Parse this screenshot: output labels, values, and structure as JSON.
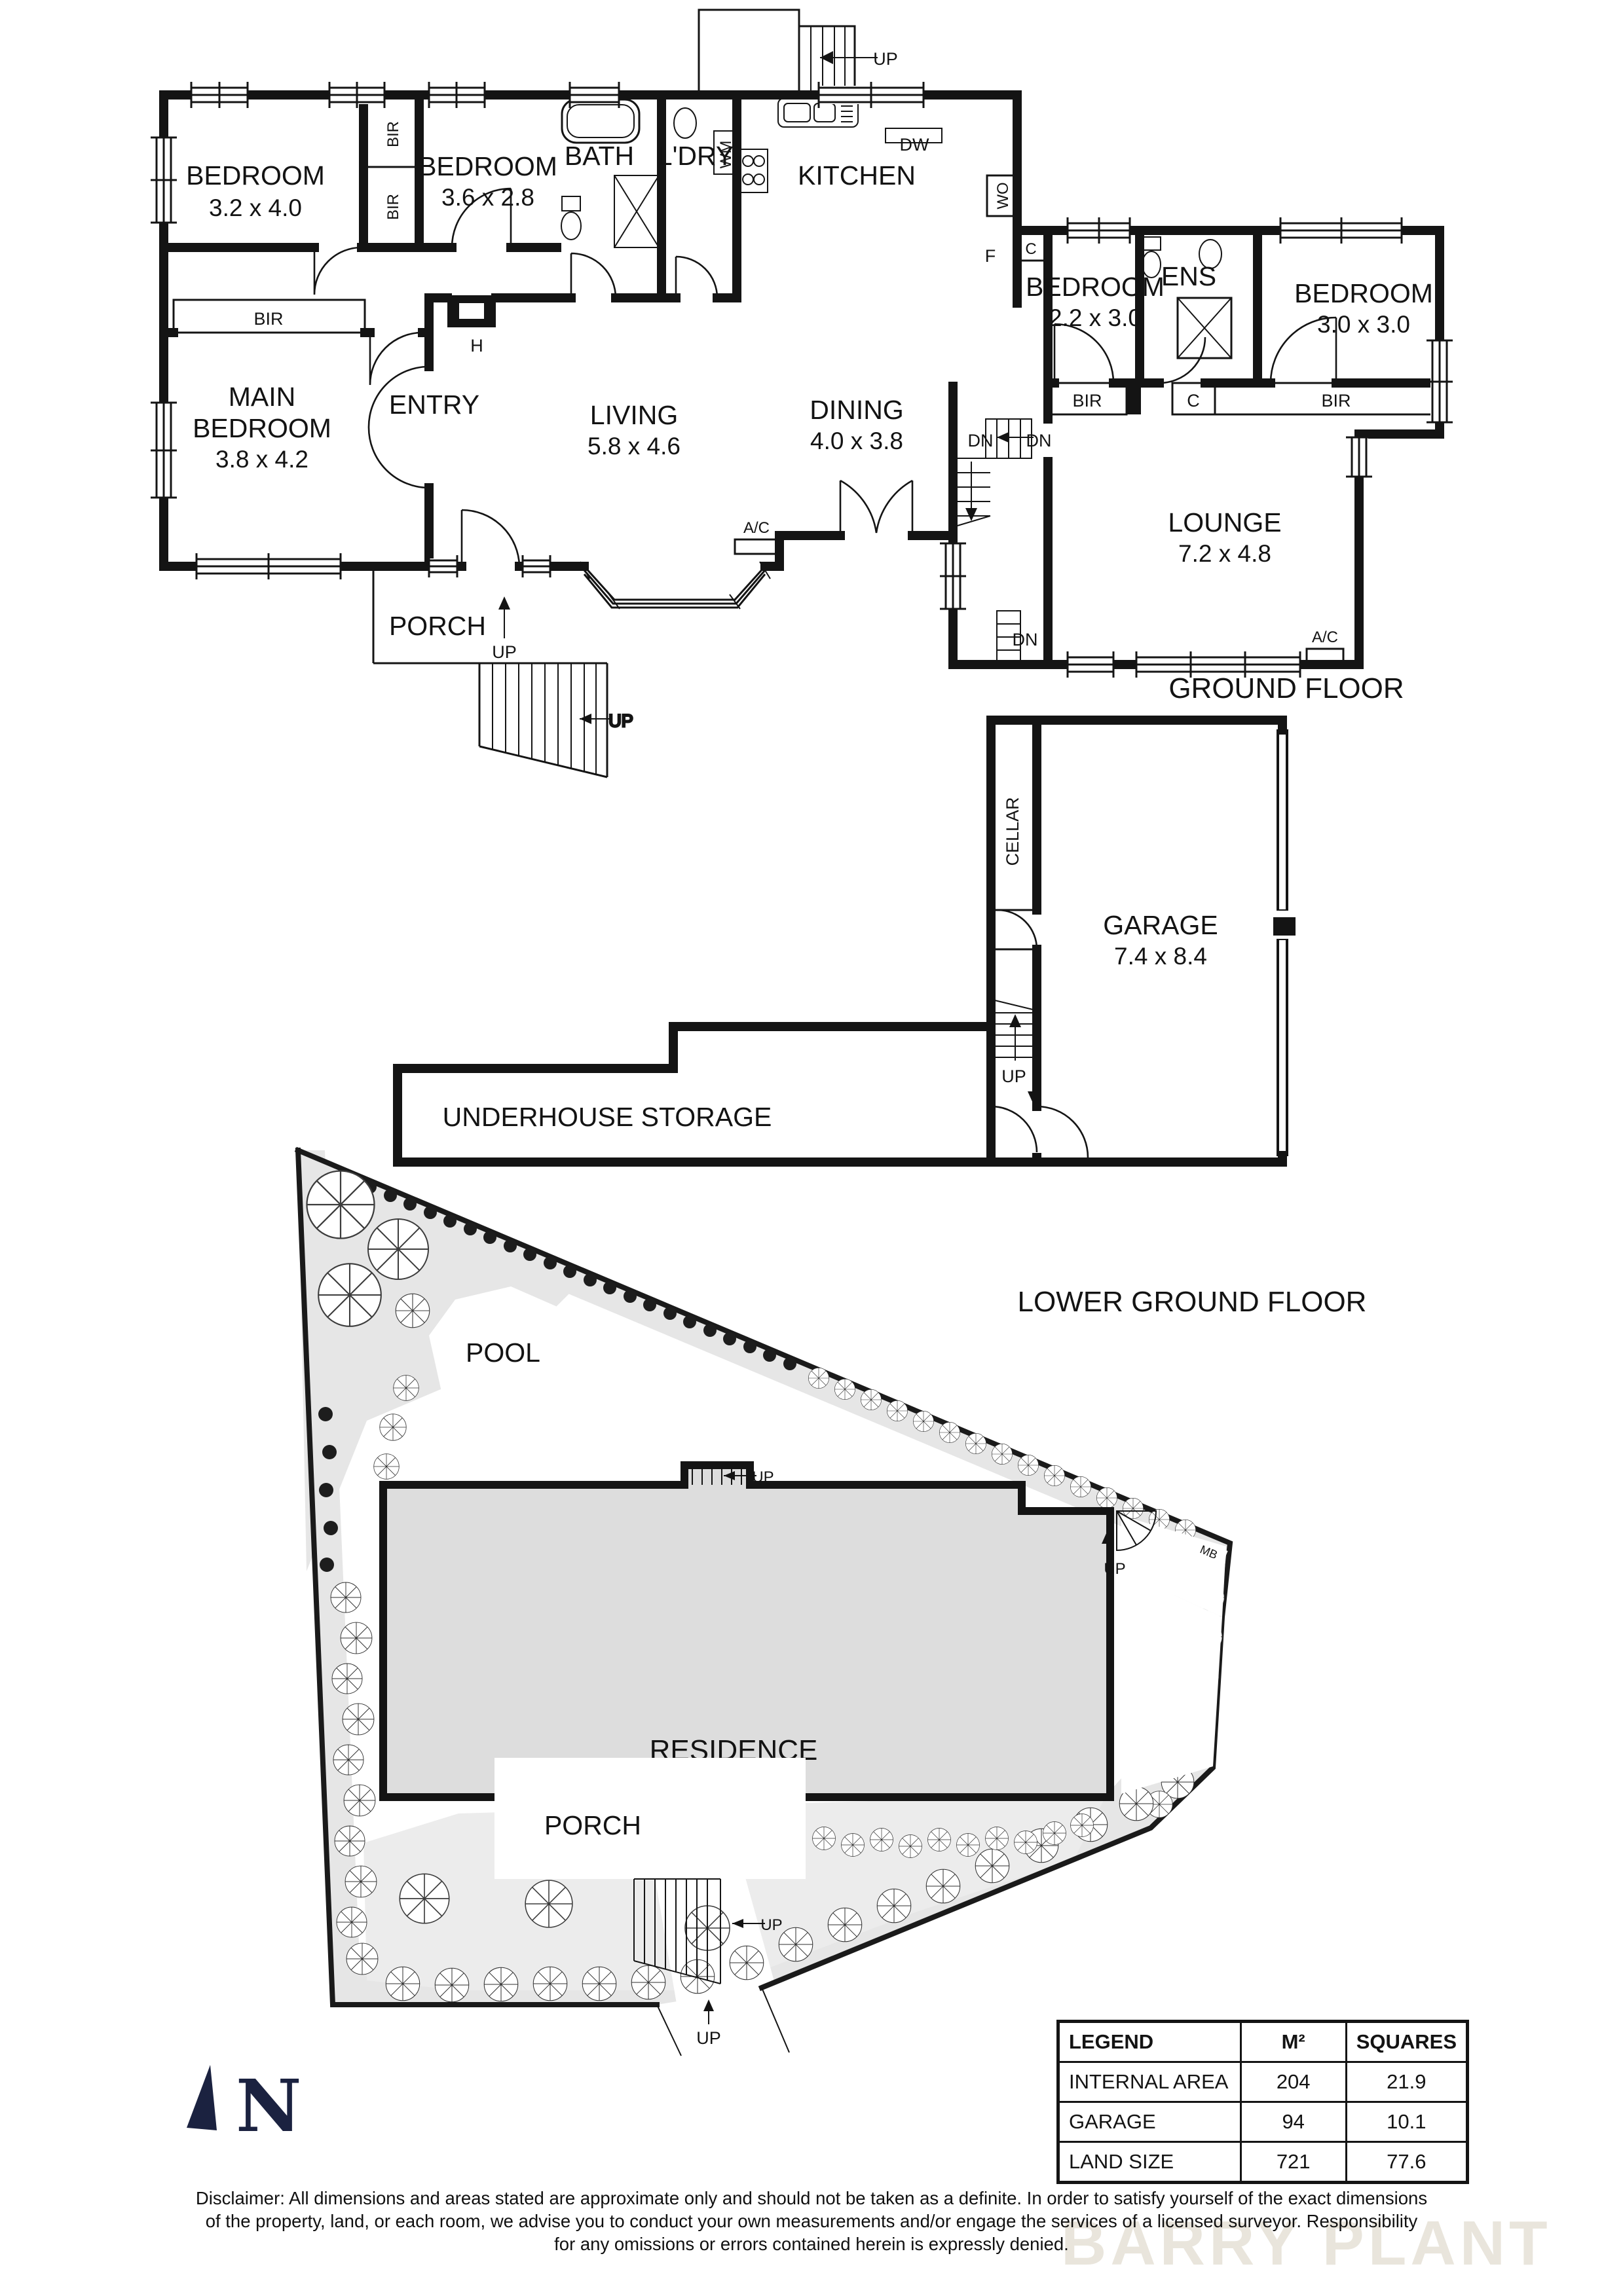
{
  "abbr": {
    "bir": "BIR",
    "c": "C",
    "f": "F",
    "wo": "WO",
    "dw": "DW",
    "wm": "WM",
    "h": "H",
    "ac": "A/C",
    "up": "UP",
    "dn": "DN",
    "mb": "MB"
  },
  "ground_floor": {
    "title": "GROUND FLOOR",
    "rooms": {
      "bedroom1": {
        "name": "BEDROOM",
        "dims": "3.2 x 4.0"
      },
      "bedroom2": {
        "name": "BEDROOM",
        "dims": "3.6 x 2.8"
      },
      "bath": {
        "name": "BATH"
      },
      "laundry": {
        "name": "L'DRY"
      },
      "kitchen": {
        "name": "KITCHEN"
      },
      "main_bedroom": {
        "name_line1": "MAIN",
        "name_line2": "BEDROOM",
        "dims": "3.8 x 4.2"
      },
      "entry": {
        "name": "ENTRY"
      },
      "living": {
        "name": "LIVING",
        "dims": "5.8 x 4.6"
      },
      "dining": {
        "name": "DINING",
        "dims": "4.0 x 3.8"
      },
      "bedroom3": {
        "name": "BEDROOM",
        "dims": "2.2 x 3.0"
      },
      "ensuite": {
        "name": "ENS"
      },
      "bedroom4": {
        "name": "BEDROOM",
        "dims": "3.0 x 3.0"
      },
      "lounge": {
        "name": "LOUNGE",
        "dims": "7.2 x 4.8"
      },
      "porch": {
        "name": "PORCH"
      }
    }
  },
  "lower_floor": {
    "title": "LOWER GROUND FLOOR",
    "rooms": {
      "cellar": {
        "name": "CELLAR"
      },
      "garage": {
        "name": "GARAGE",
        "dims": "7.4 x 8.4"
      },
      "storage": {
        "name": "UNDERHOUSE STORAGE"
      }
    }
  },
  "site_plan": {
    "labels": {
      "pool": "POOL",
      "residence": "RESIDENCE",
      "porch": "PORCH"
    }
  },
  "legend": {
    "headers": {
      "col1": "LEGEND",
      "col2": "M²",
      "col3": "SQUARES"
    },
    "rows": [
      {
        "label": "INTERNAL AREA",
        "m2": "204",
        "squares": "21.9"
      },
      {
        "label": "GARAGE",
        "m2": "94",
        "squares": "10.1"
      },
      {
        "label": "LAND SIZE",
        "m2": "721",
        "squares": "77.6"
      }
    ]
  },
  "north": {
    "label": "N"
  },
  "disclaimer": {
    "line1": "Disclaimer: All dimensions and areas stated are approximate only and should not be taken as a definite. In order to satisfy yourself of the exact dimensions",
    "line2": "of the property, land, or each room, we advise you to conduct your own measurements and/or engage the services of a licensed surveyor. Responsibility",
    "line3": "for any omissions or errors contained herein is expressly denied."
  },
  "watermark": {
    "text": "BARRY PLANT"
  }
}
